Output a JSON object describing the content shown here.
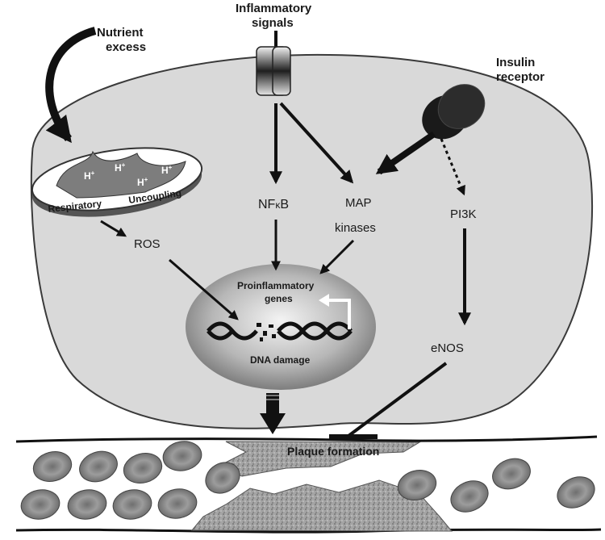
{
  "labels": {
    "nutrient_excess": [
      "Nutrient",
      "excess"
    ],
    "inflammatory_signals": [
      "Inflammatory",
      "signals"
    ],
    "insulin_receptor": [
      "Insulin",
      "receptor"
    ],
    "respiratory": "Respiratory",
    "uncoupling": "Uncoupling",
    "h_plus": "H",
    "plus": "+",
    "ros": "ROS",
    "nfkb_main": "NF",
    "nfkb_kappa": "κ",
    "nfkb_b": "B",
    "map": "MAP",
    "kinases": "kinases",
    "pi3k": "PI3K",
    "enos": "eNOS",
    "proinflammatory": [
      "Proinflammatory",
      "genes"
    ],
    "dna_damage": "DNA damage",
    "plaque_formation": "Plaque formation"
  },
  "colors": {
    "cell_fill": "#d9d9d9",
    "cell_stroke": "#3a3a3a",
    "arrow": "#111111",
    "vessel_wall": "#111111",
    "rbc_fill": "#8c8c8c",
    "plaque_fill": "#9a9a9a"
  }
}
